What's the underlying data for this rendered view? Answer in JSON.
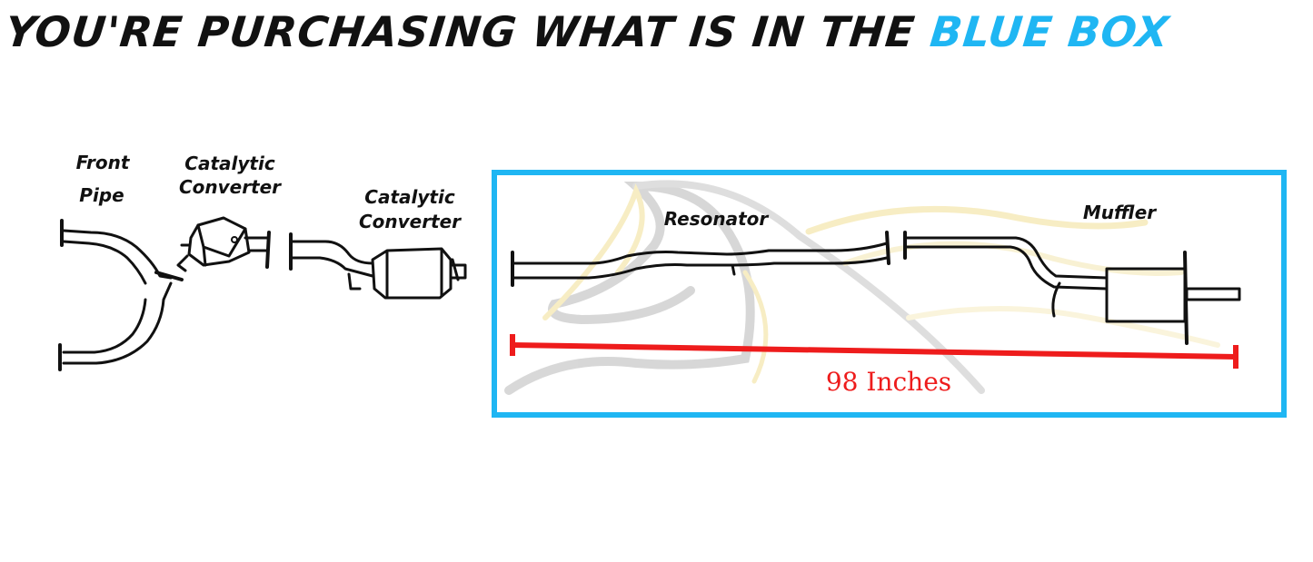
{
  "headline": {
    "main_text": "YOU'RE PURCHASING WHAT IS IN THE ",
    "accent_text": "BLUE BOX",
    "accent_color": "#1fb6f3"
  },
  "labels": {
    "front_pipe_line1": "Front",
    "front_pipe_line2": "Pipe",
    "cat1_line1": "Catalytic",
    "cat1_line2": "Converter",
    "cat2_line1": "Catalytic",
    "cat2_line2": "Converter",
    "resonator": "Resonator",
    "muffler": "Muffler"
  },
  "measurement": {
    "label": "98 Inches",
    "color": "#ee1c1c"
  },
  "highlight_box": {
    "color": "#1fb6f3"
  },
  "watermark": {
    "icon": "horse-head-logo-icon",
    "colors": [
      "#f5e6a8",
      "#c8c8c8"
    ]
  }
}
